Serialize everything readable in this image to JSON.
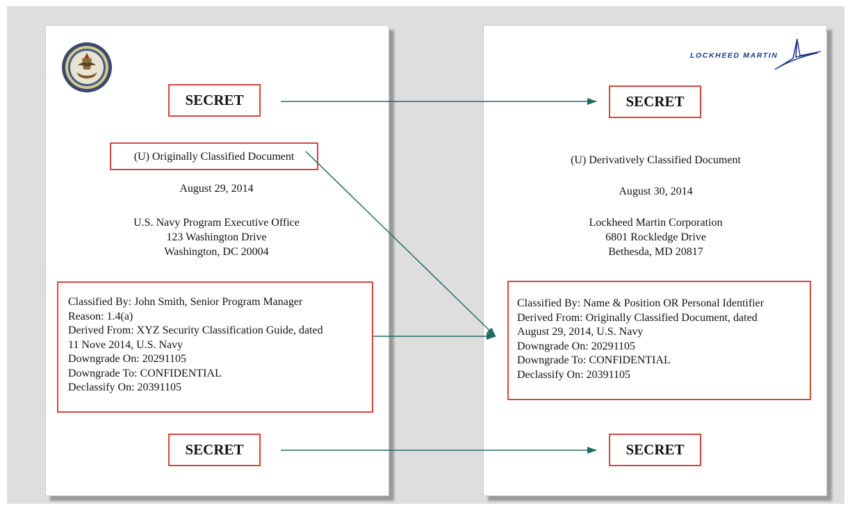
{
  "left_document": {
    "top_marking": "SECRET",
    "title": "(U) Originally Classified Document",
    "date": "August 29, 2014",
    "address": [
      "U.S. Navy Program Executive Office",
      "123 Washington Drive",
      "Washington, DC  20004"
    ],
    "classification_block": [
      "Classified By: John Smith, Senior Program Manager",
      "Reason: 1.4(a)",
      "Derived From: XYZ Security Classification Guide, dated",
      "11 Nove 2014, U.S. Navy",
      "Downgrade On: 20291105",
      "Downgrade To: CONFIDENTIAL",
      "Declassify On: 20391105"
    ],
    "bottom_marking": "SECRET"
  },
  "right_document": {
    "logo_text": "LOCKHEED MARTIN",
    "top_marking": "SECRET",
    "title": "(U) Derivatively Classified Document",
    "date": "August 30, 2014",
    "address": [
      "Lockheed Martin Corporation",
      "6801 Rockledge Drive",
      "Bethesda, MD 20817"
    ],
    "classification_block": [
      "Classified By: Name & Position OR Personal Identifier",
      "Derived From: Originally Classified Document, dated",
      "August 29, 2014, U.S. Navy",
      "Downgrade On: 20291105",
      "Downgrade To: CONFIDENTIAL",
      "Declassify On: 20391105"
    ],
    "bottom_marking": "SECRET"
  },
  "colors": {
    "highlight_box": "#d9443a",
    "arrow": "#1f6b66",
    "logo": "#1b3a8a"
  },
  "icons": [
    "navy-seal-icon",
    "lockheed-martin-star-icon"
  ]
}
